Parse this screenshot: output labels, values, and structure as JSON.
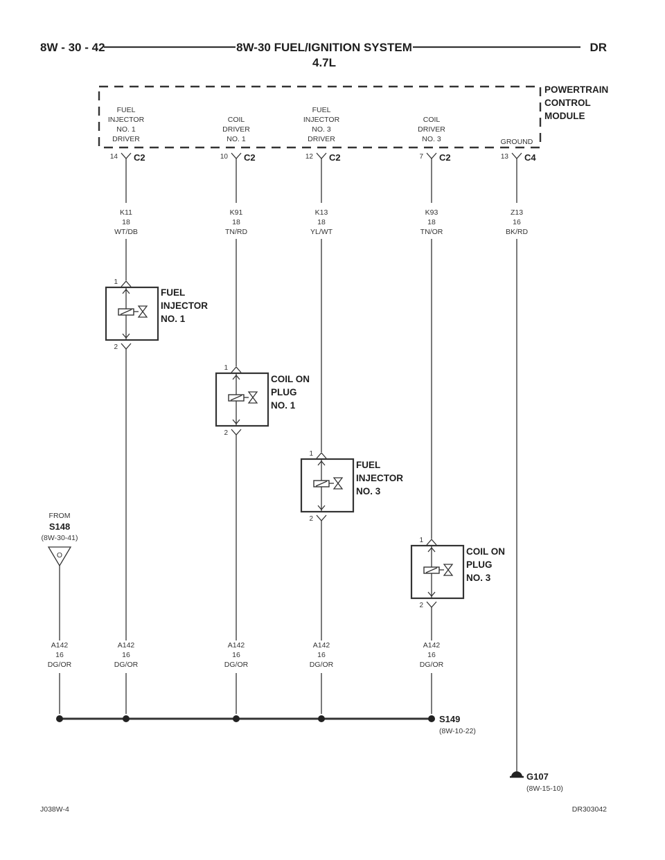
{
  "header": {
    "page_ref": "8W - 30 - 42",
    "title": "8W-30 FUEL/IGNITION SYSTEM",
    "subtitle": "4.7L",
    "code": "DR"
  },
  "module": {
    "name_lines": [
      "POWERTRAIN",
      "CONTROL",
      "MODULE"
    ]
  },
  "circuits": [
    {
      "function_lines": [
        "FUEL",
        "INJECTOR",
        "NO. 1",
        "DRIVER"
      ],
      "pin": "14",
      "connector": "C2",
      "wire": [
        "K11",
        "18",
        "WT/DB"
      ],
      "return_wire": [
        "A142",
        "16",
        "DG/OR"
      ]
    },
    {
      "function_lines": [
        "COIL",
        "DRIVER",
        "NO. 1"
      ],
      "pin": "10",
      "connector": "C2",
      "wire": [
        "K91",
        "18",
        "TN/RD"
      ],
      "return_wire": [
        "A142",
        "16",
        "DG/OR"
      ]
    },
    {
      "function_lines": [
        "FUEL",
        "INJECTOR",
        "NO. 3",
        "DRIVER"
      ],
      "pin": "12",
      "connector": "C2",
      "wire": [
        "K13",
        "18",
        "YL/WT"
      ],
      "return_wire": [
        "A142",
        "16",
        "DG/OR"
      ]
    },
    {
      "function_lines": [
        "COIL",
        "DRIVER",
        "NO. 3"
      ],
      "pin": "7",
      "connector": "C2",
      "wire": [
        "K93",
        "18",
        "TN/OR"
      ],
      "return_wire": [
        "A142",
        "16",
        "DG/OR"
      ]
    },
    {
      "function_lines": [
        "GROUND"
      ],
      "pin": "13",
      "connector": "C4",
      "wire": [
        "Z13",
        "16",
        "BK/RD"
      ]
    }
  ],
  "components": [
    {
      "name_lines": [
        "FUEL",
        "INJECTOR",
        "NO. 1"
      ],
      "pin_top": "1",
      "pin_bottom": "2"
    },
    {
      "name_lines": [
        "COIL ON",
        "PLUG",
        "NO. 1"
      ],
      "pin_top": "1",
      "pin_bottom": "2"
    },
    {
      "name_lines": [
        "FUEL",
        "INJECTOR",
        "NO. 3"
      ],
      "pin_top": "1",
      "pin_bottom": "2"
    },
    {
      "name_lines": [
        "COIL ON",
        "PLUG",
        "NO. 3"
      ],
      "pin_top": "1",
      "pin_bottom": "2"
    }
  ],
  "from_splice": {
    "from_label": "FROM",
    "splice": "S148",
    "ref": "(8W-30-41)",
    "marker": "O",
    "wire": [
      "A142",
      "16",
      "DG/OR"
    ]
  },
  "splice": {
    "id": "S149",
    "ref": "(8W-10-22)"
  },
  "ground": {
    "id": "G107",
    "ref": "(8W-15-10)"
  },
  "footer": {
    "left": "J038W-4",
    "right": "DR303042"
  }
}
